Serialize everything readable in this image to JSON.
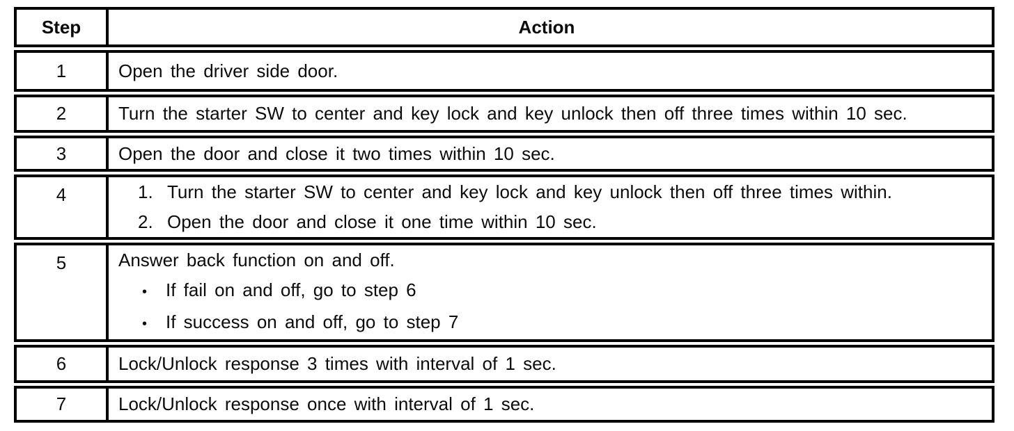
{
  "table": {
    "headers": {
      "step": "Step",
      "action": "Action"
    },
    "rows": [
      {
        "step": "1",
        "lines": [
          {
            "type": "text",
            "text": "Open the driver side door."
          }
        ]
      },
      {
        "step": "2",
        "lines": [
          {
            "type": "text",
            "text": "Turn the starter SW to center and key lock and key unlock then off three times within 10 sec."
          }
        ]
      },
      {
        "step": "3",
        "lines": [
          {
            "type": "text",
            "text": "Open the door and close it two times within 10 sec."
          }
        ]
      },
      {
        "step": "4",
        "lines": [
          {
            "type": "numbered",
            "marker": "1.",
            "text": "Turn the starter SW to center and key lock and key unlock then off three times within."
          },
          {
            "type": "numbered",
            "marker": "2.",
            "text": "Open the door and close it one time within 10 sec."
          }
        ]
      },
      {
        "step": "5",
        "lines": [
          {
            "type": "text",
            "text": "Answer back function on and off."
          },
          {
            "type": "bullet",
            "marker": "•",
            "text": "If fail on and off, go to step 6"
          },
          {
            "type": "bullet",
            "marker": "•",
            "text": "If success on and off, go to step 7"
          }
        ]
      },
      {
        "step": "6",
        "lines": [
          {
            "type": "text",
            "text": "Lock/Unlock response 3 times with interval of 1 sec."
          }
        ]
      },
      {
        "step": "7",
        "lines": [
          {
            "type": "text",
            "text": "Lock/Unlock response once with interval of 1 sec."
          }
        ]
      }
    ]
  },
  "colors": {
    "border": "#000000",
    "text": "#0c0c0c",
    "background": "#ffffff"
  }
}
